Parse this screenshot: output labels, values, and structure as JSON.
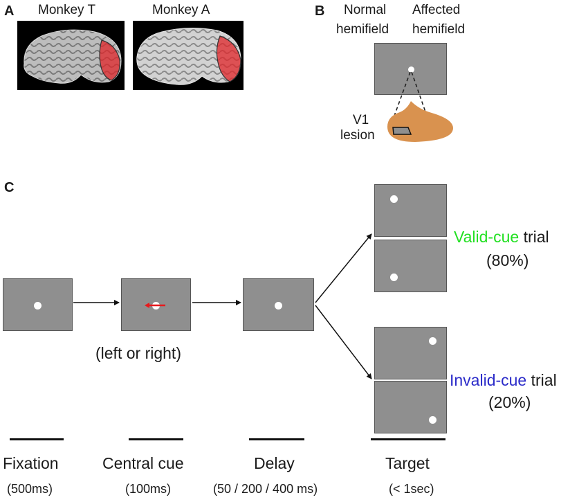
{
  "panel_a": {
    "letter": "A",
    "brains": [
      {
        "label": "Monkey T"
      },
      {
        "label": "Monkey A"
      }
    ]
  },
  "panel_b": {
    "letter": "B",
    "normal_hemifield": [
      "Normal",
      "hemifield"
    ],
    "affected_hemifield": [
      "Affected",
      "hemifield"
    ],
    "lesion_label": [
      "V1",
      "lesion"
    ]
  },
  "panel_c": {
    "letter": "C",
    "cue_note": "(left or right)",
    "valid": {
      "colored": "Valid-cue",
      "rest": "trial",
      "percent": "(80%)",
      "color": "#22e022"
    },
    "invalid": {
      "colored": "Invalid-cue",
      "rest": "trial",
      "percent": "(20%)",
      "color": "#2b2bc9"
    },
    "phases": [
      {
        "name": "Fixation",
        "duration": "(500ms)"
      },
      {
        "name": "Central cue",
        "duration": "(100ms)"
      },
      {
        "name": "Delay",
        "duration": "(50 / 200 / 400 ms)"
      },
      {
        "name": "Target",
        "duration": "(< 1sec)"
      }
    ]
  },
  "colors": {
    "screen_gray": "#8f8f8f",
    "lesion_red": "#e0262a",
    "head_tan": "#d9924f",
    "cue_arrow": "#e8191c"
  }
}
